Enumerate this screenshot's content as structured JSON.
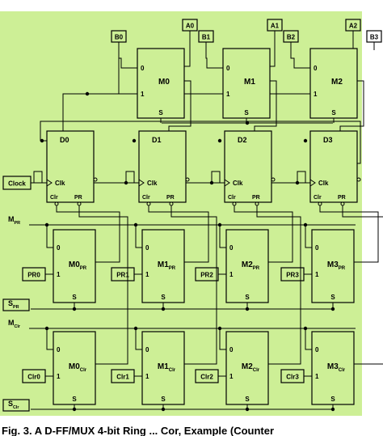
{
  "inputs": {
    "a": [
      "A0",
      "A1",
      "A2"
    ],
    "b": [
      "B0",
      "B1",
      "B2",
      "B3"
    ],
    "clock": "Clock",
    "pr": [
      "PR0",
      "PR1",
      "PR2",
      "PR3"
    ],
    "clr": [
      "Clr0",
      "Clr1",
      "Clr2",
      "Clr3"
    ]
  },
  "controls": {
    "m_pr": {
      "main": "M",
      "sub": "PR"
    },
    "s_pr": {
      "main": "S",
      "sub": "PR"
    },
    "m_clr": {
      "main": "M",
      "sub": "Clr"
    },
    "s_clr": {
      "main": "S",
      "sub": "Clr"
    }
  },
  "muxes": [
    {
      "main": "M0",
      "sub": ""
    },
    {
      "main": "M1",
      "sub": ""
    },
    {
      "main": "M2",
      "sub": ""
    }
  ],
  "flipflops": [
    {
      "label": "D0"
    },
    {
      "label": "D1"
    },
    {
      "label": "D2"
    },
    {
      "label": "D3"
    }
  ],
  "pr_muxes": [
    {
      "main": "M0",
      "sub": "PR"
    },
    {
      "main": "M1",
      "sub": "PR"
    },
    {
      "main": "M2",
      "sub": "PR"
    },
    {
      "main": "M3",
      "sub": "PR"
    }
  ],
  "clr_muxes": [
    {
      "main": "M0",
      "sub": "Clr"
    },
    {
      "main": "M1",
      "sub": "Clr"
    },
    {
      "main": "M2",
      "sub": "Clr"
    },
    {
      "main": "M3",
      "sub": "Clr"
    }
  ],
  "pins": {
    "in0": "0",
    "in1": "1",
    "sel": "S",
    "clk": "Clk",
    "clr": "Clr",
    "pr": "PR"
  },
  "caption": "Fig. 3. A D-FF/MUX 4-bit Ring ... Cor, Example (Counter"
}
